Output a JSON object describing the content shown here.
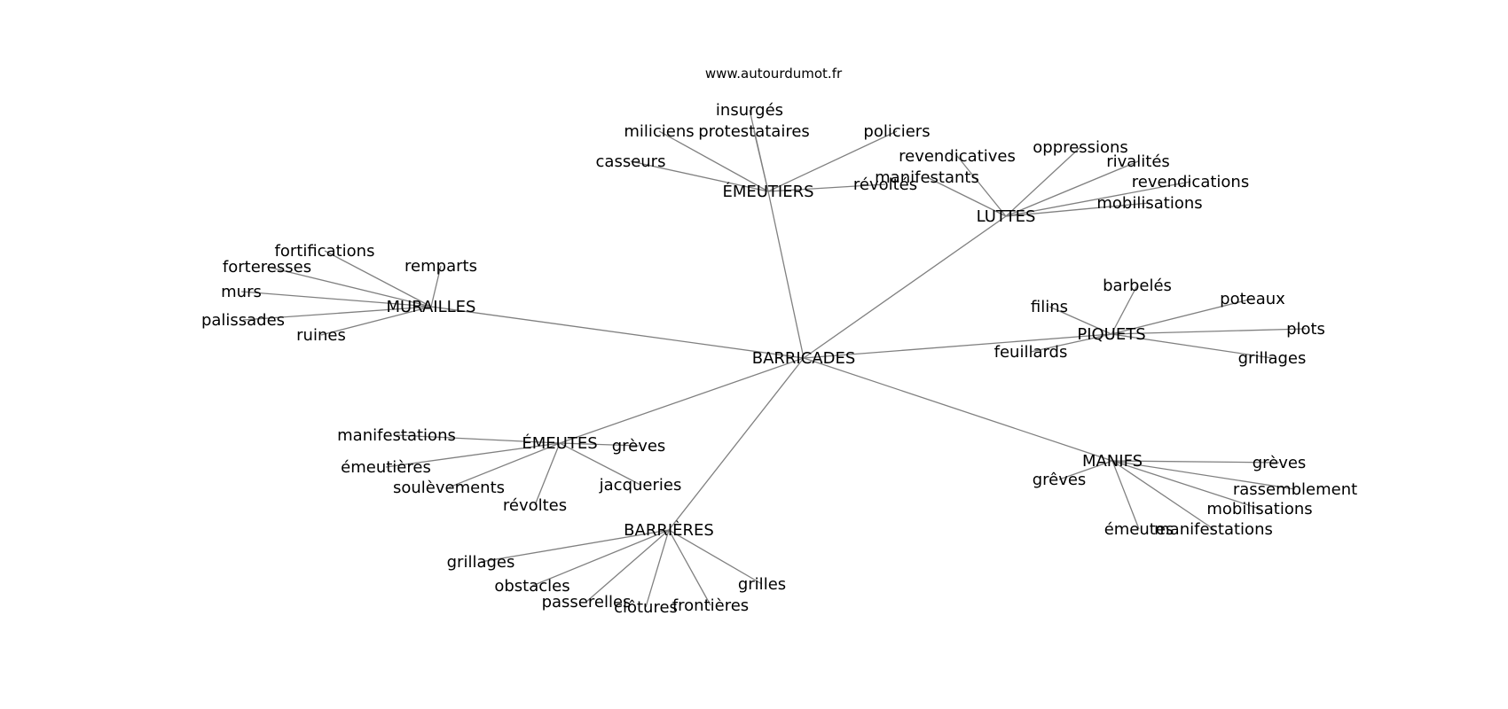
{
  "source": "www.autourdumot.fr",
  "colors": {
    "edge": "#808080",
    "text": "#000000",
    "background": "#ffffff"
  },
  "center": "BARRICADES",
  "hubs": [
    {
      "id": "emeutiers",
      "label": "ÉMEUTIERS",
      "leaves": [
        "casseurs",
        "miliciens",
        "insurgés",
        "protestataires",
        "policiers",
        "révoltés"
      ]
    },
    {
      "id": "luttes",
      "label": "LUTTES",
      "leaves": [
        "revendicatives",
        "manifestants",
        "oppressions",
        "rivalités",
        "revendications",
        "mobilisations"
      ]
    },
    {
      "id": "murailles",
      "label": "MURAILLES",
      "leaves": [
        "fortifications",
        "forteresses",
        "remparts",
        "murs",
        "palissades",
        "ruines"
      ]
    },
    {
      "id": "piquets",
      "label": "PIQUETS",
      "leaves": [
        "barbelés",
        "filins",
        "poteaux",
        "plots",
        "feuillards",
        "grillages"
      ]
    },
    {
      "id": "emeutes",
      "label": "ÉMEUTES",
      "leaves": [
        "manifestations",
        "émeutières",
        "soulèvements",
        "révoltes",
        "grèves",
        "jacqueries"
      ]
    },
    {
      "id": "manifs",
      "label": "MANIFS",
      "leaves": [
        "grèves",
        "grêves",
        "rassemblement",
        "mobilisations",
        "émeutes",
        "manifestations"
      ]
    },
    {
      "id": "barrieres",
      "label": "BARRIÈRES",
      "leaves": [
        "grillages",
        "obstacles",
        "passerelles",
        "clôtures",
        "frontières",
        "grilles"
      ]
    }
  ]
}
